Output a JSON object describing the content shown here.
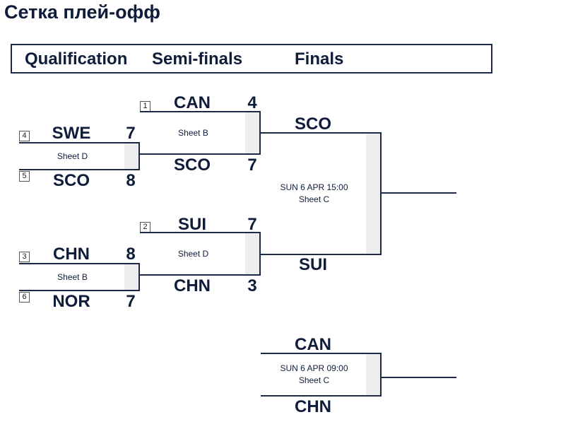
{
  "title": "Сетка плей-офф",
  "rounds": [
    "Qualification",
    "Semi-finals",
    "Finals"
  ],
  "qualification": [
    {
      "sheet": "Sheet D",
      "top": {
        "seed": "4",
        "team": "SWE",
        "score": "7"
      },
      "bottom": {
        "seed": "5",
        "team": "SCO",
        "score": "8"
      }
    },
    {
      "sheet": "Sheet B",
      "top": {
        "seed": "3",
        "team": "CHN",
        "score": "8"
      },
      "bottom": {
        "seed": "6",
        "team": "NOR",
        "score": "7"
      }
    }
  ],
  "semifinals": [
    {
      "sheet": "Sheet B",
      "top": {
        "seed": "1",
        "team": "CAN",
        "score": "4"
      },
      "bottom": {
        "team": "SCO",
        "score": "7"
      }
    },
    {
      "sheet": "Sheet D",
      "top": {
        "seed": "2",
        "team": "SUI",
        "score": "7"
      },
      "bottom": {
        "team": "CHN",
        "score": "3"
      }
    }
  ],
  "final": {
    "date": "SUN 6 APR 15:00",
    "sheet": "Sheet C",
    "top": {
      "team": "SCO"
    },
    "bottom": {
      "team": "SUI"
    }
  },
  "bronze": {
    "date": "SUN 6 APR 09:00",
    "sheet": "Sheet C",
    "top": {
      "team": "CAN"
    },
    "bottom": {
      "team": "CHN"
    }
  }
}
